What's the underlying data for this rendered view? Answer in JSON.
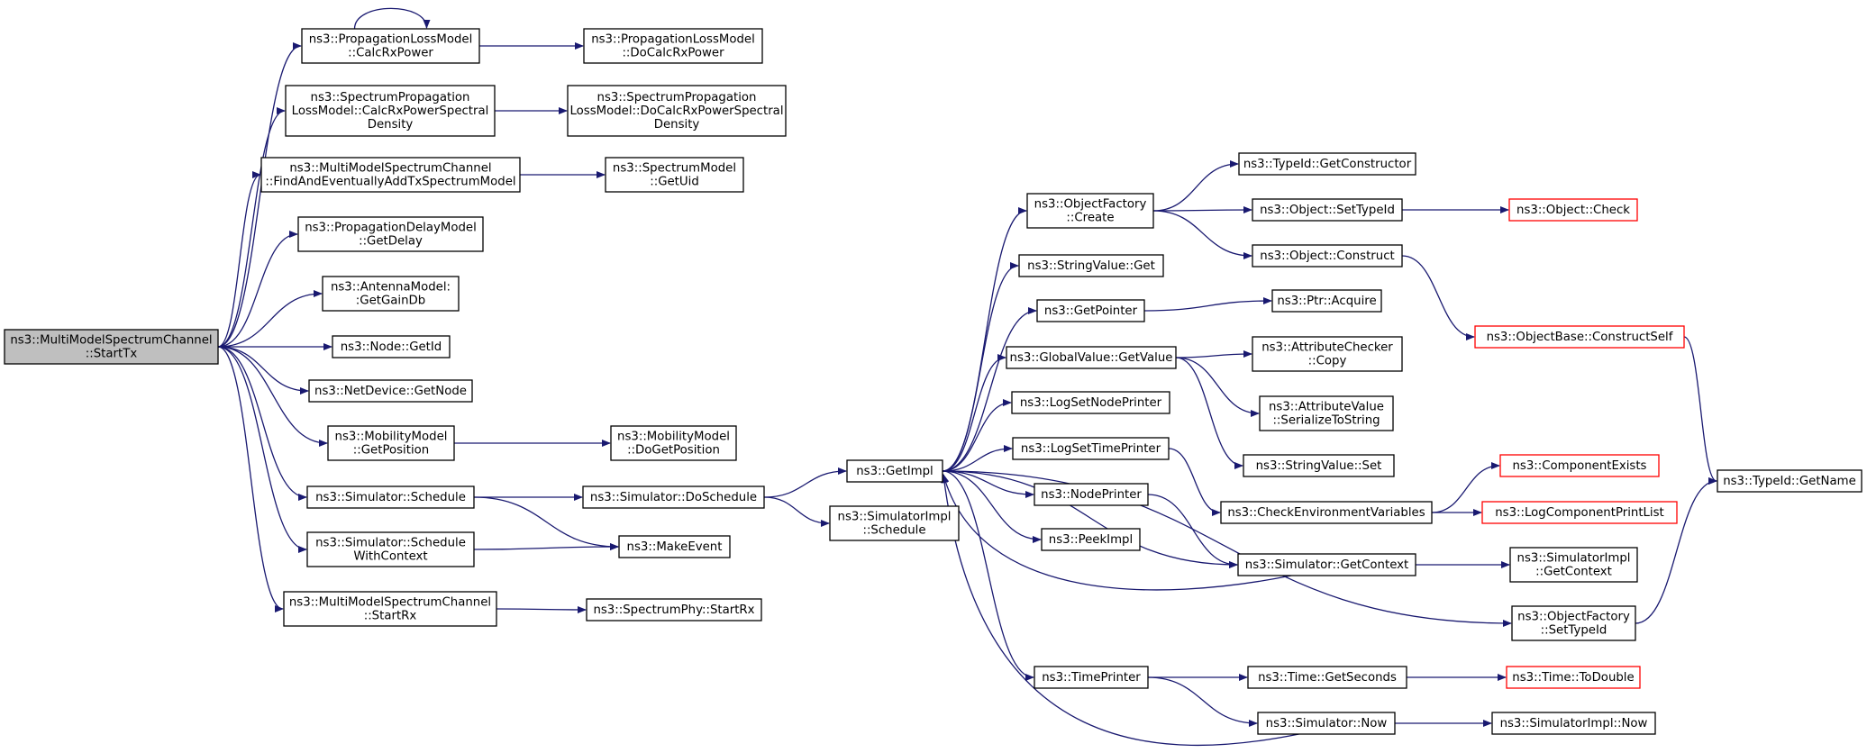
{
  "graph": {
    "nodes": [
      {
        "id": "root",
        "lines": [
          "ns3::MultiModelSpectrumChannel",
          "::StartTx"
        ],
        "style": "root"
      },
      {
        "id": "plm_calc",
        "lines": [
          "ns3::PropagationLossModel",
          "::CalcRxPower"
        ]
      },
      {
        "id": "plm_do",
        "lines": [
          "ns3::PropagationLossModel",
          "::DoCalcRxPower"
        ]
      },
      {
        "id": "splm_calc",
        "lines": [
          "ns3::SpectrumPropagation",
          "LossModel::CalcRxPowerSpectral",
          "Density"
        ]
      },
      {
        "id": "splm_do",
        "lines": [
          "ns3::SpectrumPropagation",
          "LossModel::DoCalcRxPowerSpectral",
          "Density"
        ]
      },
      {
        "id": "mmsc_find",
        "lines": [
          "ns3::MultiModelSpectrumChannel",
          "::FindAndEventuallyAddTxSpectrumModel"
        ]
      },
      {
        "id": "sm_uid",
        "lines": [
          "ns3::SpectrumModel",
          "::GetUid"
        ]
      },
      {
        "id": "pdm_delay",
        "lines": [
          "ns3::PropagationDelayModel",
          "::GetDelay"
        ]
      },
      {
        "id": "am_gain",
        "lines": [
          "ns3::AntennaModel:",
          ":GetGainDb"
        ]
      },
      {
        "id": "node_id",
        "lines": [
          "ns3::Node::GetId"
        ]
      },
      {
        "id": "nd_node",
        "lines": [
          "ns3::NetDevice::GetNode"
        ]
      },
      {
        "id": "mm_pos",
        "lines": [
          "ns3::MobilityModel",
          "::GetPosition"
        ]
      },
      {
        "id": "mm_dopos",
        "lines": [
          "ns3::MobilityModel",
          "::DoGetPosition"
        ]
      },
      {
        "id": "sim_sched",
        "lines": [
          "ns3::Simulator::Schedule"
        ]
      },
      {
        "id": "sim_dosched",
        "lines": [
          "ns3::Simulator::DoSchedule"
        ]
      },
      {
        "id": "sim_schedctx",
        "lines": [
          "ns3::Simulator::Schedule",
          "WithContext"
        ]
      },
      {
        "id": "make_event",
        "lines": [
          "ns3::MakeEvent"
        ]
      },
      {
        "id": "mmsc_startrx",
        "lines": [
          "ns3::MultiModelSpectrumChannel",
          "::StartRx"
        ]
      },
      {
        "id": "sp_startrx",
        "lines": [
          "ns3::SpectrumPhy::StartRx"
        ]
      },
      {
        "id": "getimpl",
        "lines": [
          "ns3::GetImpl"
        ]
      },
      {
        "id": "simimpl_sched",
        "lines": [
          "ns3::SimulatorImpl",
          "::Schedule"
        ]
      },
      {
        "id": "of_create",
        "lines": [
          "ns3::ObjectFactory",
          "::Create"
        ]
      },
      {
        "id": "sv_get",
        "lines": [
          "ns3::StringValue::Get"
        ]
      },
      {
        "id": "getpointer",
        "lines": [
          "ns3::GetPointer"
        ]
      },
      {
        "id": "gv_getvalue",
        "lines": [
          "ns3::GlobalValue::GetValue"
        ]
      },
      {
        "id": "logsetnode",
        "lines": [
          "ns3::LogSetNodePrinter"
        ]
      },
      {
        "id": "logsettime",
        "lines": [
          "ns3::LogSetTimePrinter"
        ]
      },
      {
        "id": "nodeprinter",
        "lines": [
          "ns3::NodePrinter"
        ]
      },
      {
        "id": "peekimpl",
        "lines": [
          "ns3::PeekImpl"
        ]
      },
      {
        "id": "timeprinter",
        "lines": [
          "ns3::TimePrinter"
        ]
      },
      {
        "id": "tid_ctor",
        "lines": [
          "ns3::TypeId::GetConstructor"
        ]
      },
      {
        "id": "obj_settid",
        "lines": [
          "ns3::Object::SetTypeId"
        ]
      },
      {
        "id": "obj_check",
        "lines": [
          "ns3::Object::Check"
        ],
        "style": "ext"
      },
      {
        "id": "obj_construct",
        "lines": [
          "ns3::Object::Construct"
        ]
      },
      {
        "id": "ptr_acquire",
        "lines": [
          "ns3::Ptr::Acquire"
        ]
      },
      {
        "id": "ac_copy",
        "lines": [
          "ns3::AttributeChecker",
          "::Copy"
        ]
      },
      {
        "id": "av_ser",
        "lines": [
          "ns3::AttributeValue",
          "::SerializeToString"
        ]
      },
      {
        "id": "sv_set",
        "lines": [
          "ns3::StringValue::Set"
        ]
      },
      {
        "id": "checkenv",
        "lines": [
          "ns3::CheckEnvironmentVariables"
        ]
      },
      {
        "id": "compexists",
        "lines": [
          "ns3::ComponentExists"
        ],
        "style": "ext"
      },
      {
        "id": "logcompprint",
        "lines": [
          "ns3::LogComponentPrintList"
        ],
        "style": "ext"
      },
      {
        "id": "sim_getctx",
        "lines": [
          "ns3::Simulator::GetContext"
        ]
      },
      {
        "id": "simimpl_getctx",
        "lines": [
          "ns3::SimulatorImpl",
          "::GetContext"
        ]
      },
      {
        "id": "of_settid",
        "lines": [
          "ns3::ObjectFactory",
          "::SetTypeId"
        ]
      },
      {
        "id": "time_getsec",
        "lines": [
          "ns3::Time::GetSeconds"
        ]
      },
      {
        "id": "time_todouble",
        "lines": [
          "ns3::Time::ToDouble"
        ],
        "style": "ext"
      },
      {
        "id": "sim_now",
        "lines": [
          "ns3::Simulator::Now"
        ]
      },
      {
        "id": "simimpl_now",
        "lines": [
          "ns3::SimulatorImpl::Now"
        ]
      },
      {
        "id": "ob_constructself",
        "lines": [
          "ns3::ObjectBase::ConstructSelf"
        ],
        "style": "ext"
      },
      {
        "id": "tid_getname",
        "lines": [
          "ns3::TypeId::GetName"
        ]
      }
    ],
    "edges": [
      [
        "root",
        "plm_calc"
      ],
      [
        "plm_calc",
        "plm_calc"
      ],
      [
        "plm_calc",
        "plm_do"
      ],
      [
        "root",
        "splm_calc"
      ],
      [
        "splm_calc",
        "splm_do"
      ],
      [
        "root",
        "mmsc_find"
      ],
      [
        "mmsc_find",
        "sm_uid"
      ],
      [
        "root",
        "pdm_delay"
      ],
      [
        "root",
        "am_gain"
      ],
      [
        "root",
        "node_id"
      ],
      [
        "root",
        "nd_node"
      ],
      [
        "root",
        "mm_pos"
      ],
      [
        "mm_pos",
        "mm_dopos"
      ],
      [
        "root",
        "sim_sched"
      ],
      [
        "sim_sched",
        "sim_dosched"
      ],
      [
        "sim_sched",
        "make_event"
      ],
      [
        "root",
        "sim_schedctx"
      ],
      [
        "sim_schedctx",
        "make_event"
      ],
      [
        "root",
        "mmsc_startrx"
      ],
      [
        "mmsc_startrx",
        "sp_startrx"
      ],
      [
        "sim_dosched",
        "getimpl"
      ],
      [
        "sim_dosched",
        "simimpl_sched"
      ],
      [
        "getimpl",
        "of_create"
      ],
      [
        "getimpl",
        "sv_get"
      ],
      [
        "getimpl",
        "getpointer"
      ],
      [
        "getimpl",
        "gv_getvalue"
      ],
      [
        "getimpl",
        "logsetnode"
      ],
      [
        "getimpl",
        "logsettime"
      ],
      [
        "getimpl",
        "nodeprinter"
      ],
      [
        "getimpl",
        "peekimpl"
      ],
      [
        "getimpl",
        "timeprinter"
      ],
      [
        "getimpl",
        "sim_getctx"
      ],
      [
        "getimpl",
        "of_settid"
      ],
      [
        "of_create",
        "tid_ctor"
      ],
      [
        "of_create",
        "obj_settid"
      ],
      [
        "of_create",
        "obj_construct"
      ],
      [
        "obj_settid",
        "obj_check"
      ],
      [
        "obj_construct",
        "ob_constructself"
      ],
      [
        "getpointer",
        "ptr_acquire"
      ],
      [
        "gv_getvalue",
        "ac_copy"
      ],
      [
        "gv_getvalue",
        "av_ser"
      ],
      [
        "gv_getvalue",
        "sv_set"
      ],
      [
        "logsettime",
        "checkenv"
      ],
      [
        "checkenv",
        "compexists"
      ],
      [
        "checkenv",
        "logcompprint"
      ],
      [
        "nodeprinter",
        "sim_getctx"
      ],
      [
        "sim_getctx",
        "getimpl"
      ],
      [
        "sim_getctx",
        "simimpl_getctx"
      ],
      [
        "of_settid",
        "tid_getname"
      ],
      [
        "ob_constructself",
        "tid_getname"
      ],
      [
        "timeprinter",
        "time_getsec"
      ],
      [
        "timeprinter",
        "sim_now"
      ],
      [
        "time_getsec",
        "time_todouble"
      ],
      [
        "sim_now",
        "getimpl"
      ],
      [
        "sim_now",
        "simimpl_now"
      ]
    ]
  },
  "colors": {
    "edge": "#191970",
    "root_fill": "#bfbfbf",
    "ext_border": "#ff0000"
  }
}
